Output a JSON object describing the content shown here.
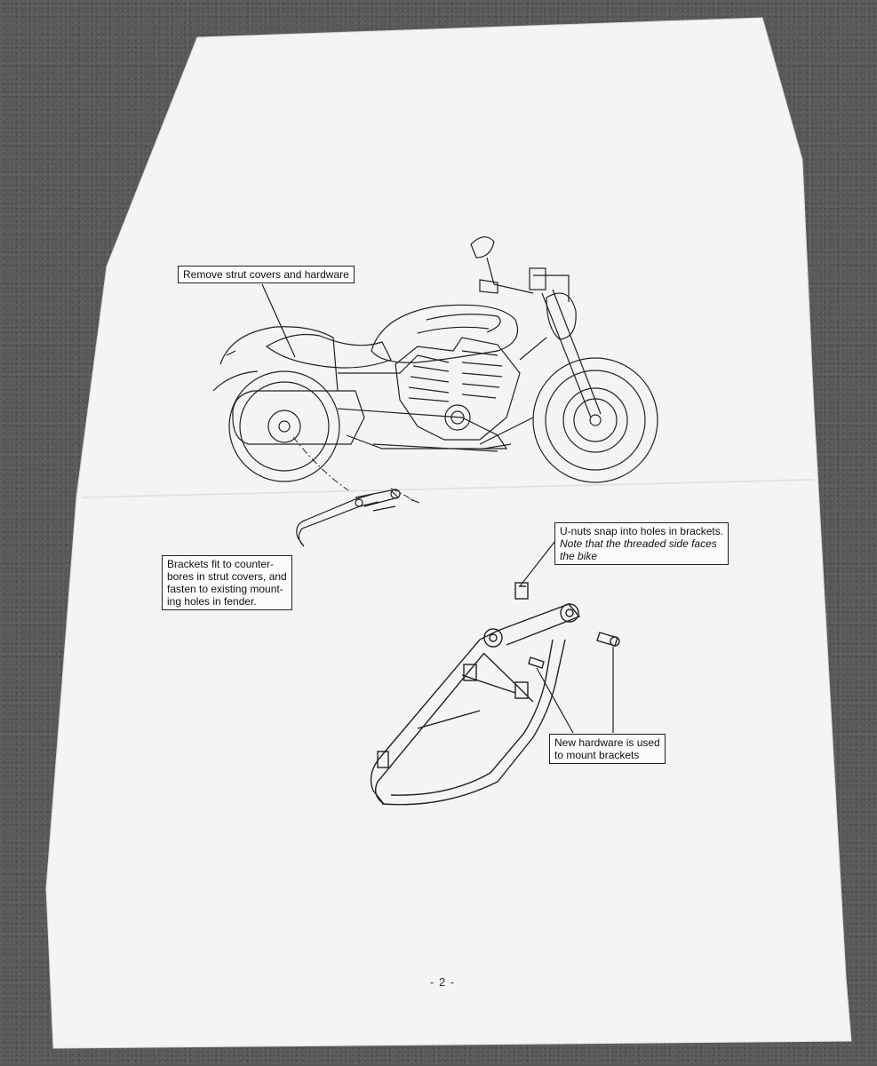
{
  "document": {
    "callouts": {
      "remove_strut": "Remove strut covers and hardware",
      "brackets": [
        "Brackets fit to counter-",
        "bores in strut covers, and",
        "fasten to existing mount-",
        "ing holes in fender."
      ],
      "unuts_line1": "U-nuts snap into holes in brackets.",
      "unuts_note": [
        "Note that the threaded side faces",
        "the bike"
      ],
      "new_hardware": [
        "New hardware is used",
        "to mount brackets"
      ]
    },
    "page_number": "- 2 -"
  }
}
